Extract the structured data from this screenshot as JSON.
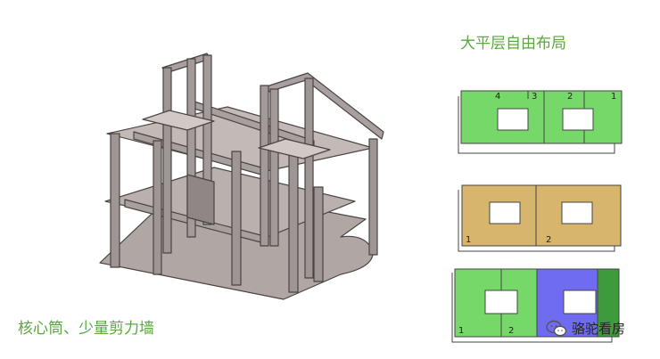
{
  "title": "大平层自由布局",
  "caption": "核心筒、少量剪力墙",
  "watermark": {
    "text": "骆驼看房",
    "icon": "wechat-icon"
  },
  "colors": {
    "green": "#77d86a",
    "tan": "#d7b56c",
    "blue": "#6f6cf1",
    "dark_green": "#3d9a3d",
    "structure": "#b3a9a7",
    "text_green": "#5da53f"
  },
  "plans": [
    {
      "name": "plan-top",
      "labels": [
        "4",
        "3",
        "2",
        "1"
      ]
    },
    {
      "name": "plan-middle",
      "labels": [
        "1",
        "2"
      ]
    },
    {
      "name": "plan-bottom",
      "labels": [
        "1",
        "2"
      ]
    }
  ]
}
